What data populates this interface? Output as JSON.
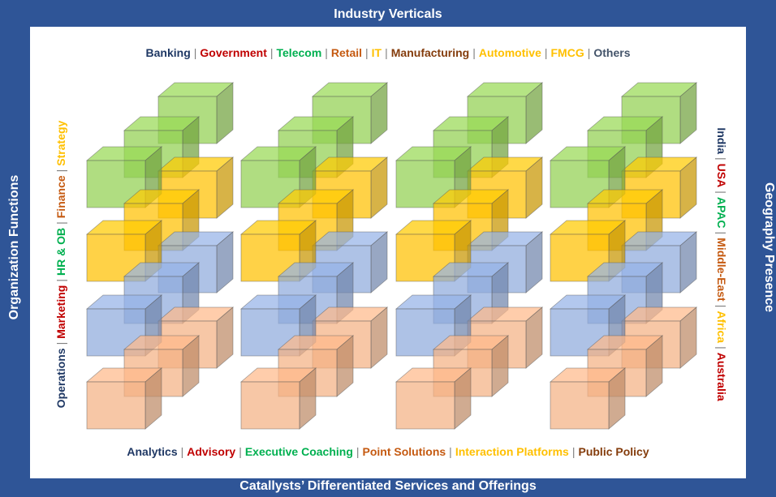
{
  "banners": {
    "top": "Industry Verticals",
    "bottom": "Catallysts’ Differentiated Services and Offerings",
    "left": "Organization Functions",
    "right": "Geography Presence"
  },
  "industries": [
    {
      "label": "Banking",
      "color": "#1f3864"
    },
    {
      "label": "Government",
      "color": "#c00000"
    },
    {
      "label": "Telecom",
      "color": "#00b050"
    },
    {
      "label": "Retail",
      "color": "#c55a11"
    },
    {
      "label": "IT",
      "color": "#ffc000"
    },
    {
      "label": "Manufacturing",
      "color": "#843c0c"
    },
    {
      "label": "Automotive",
      "color": "#ffc000"
    },
    {
      "label": "FMCG",
      "color": "#ffc000"
    },
    {
      "label": "Others",
      "color": "#44546a"
    }
  ],
  "services": [
    {
      "label": "Analytics",
      "color": "#1f3864"
    },
    {
      "label": "Advisory",
      "color": "#c00000"
    },
    {
      "label": "Executive Coaching",
      "color": "#00b050"
    },
    {
      "label": "Point Solutions",
      "color": "#c55a11"
    },
    {
      "label": "Interaction Platforms",
      "color": "#ffc000"
    },
    {
      "label": "Public Policy",
      "color": "#843c0c"
    }
  ],
  "functions": [
    {
      "label": "Operations",
      "color": "#1f3864"
    },
    {
      "label": "Marketing",
      "color": "#c00000"
    },
    {
      "label": "HR & OB",
      "color": "#00b050"
    },
    {
      "label": "Finance",
      "color": "#c55a11"
    },
    {
      "label": "Strategy",
      "color": "#ffc000"
    }
  ],
  "geographies": [
    {
      "label": "India",
      "color": "#1f3864"
    },
    {
      "label": "USA",
      "color": "#c00000"
    },
    {
      "label": "APAC",
      "color": "#00b050"
    },
    {
      "label": "Middle-East",
      "color": "#c55a11"
    },
    {
      "label": "Africa",
      "color": "#ffc000"
    },
    {
      "label": "Australia",
      "color": "#c00000"
    }
  ],
  "cube_colors": {
    "green": "#92d050",
    "gold": "#ffc000",
    "blue": "#8faadc",
    "peach": "#f4b183"
  }
}
